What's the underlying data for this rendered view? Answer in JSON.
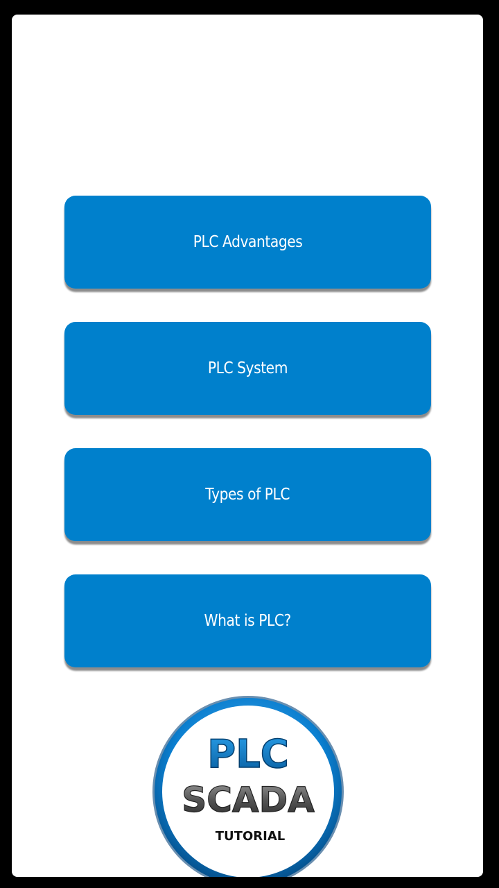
{
  "menu": {
    "items": [
      {
        "label": "PLC Advantages"
      },
      {
        "label": "PLC System"
      },
      {
        "label": "Types of PLC"
      },
      {
        "label": "What is PLC?"
      }
    ]
  },
  "logo": {
    "line1": "PLC",
    "line2": "SCADA",
    "line3": "TUTORIAL",
    "colors": {
      "ring": "#0b7fd0",
      "plc_text": "#0b78c8",
      "scada_text": "#555555",
      "tutorial_text": "#111111"
    }
  },
  "colors": {
    "button_bg": "#0080cc",
    "button_text": "#ffffff",
    "page_bg": "#000000",
    "card_bg": "#ffffff"
  }
}
